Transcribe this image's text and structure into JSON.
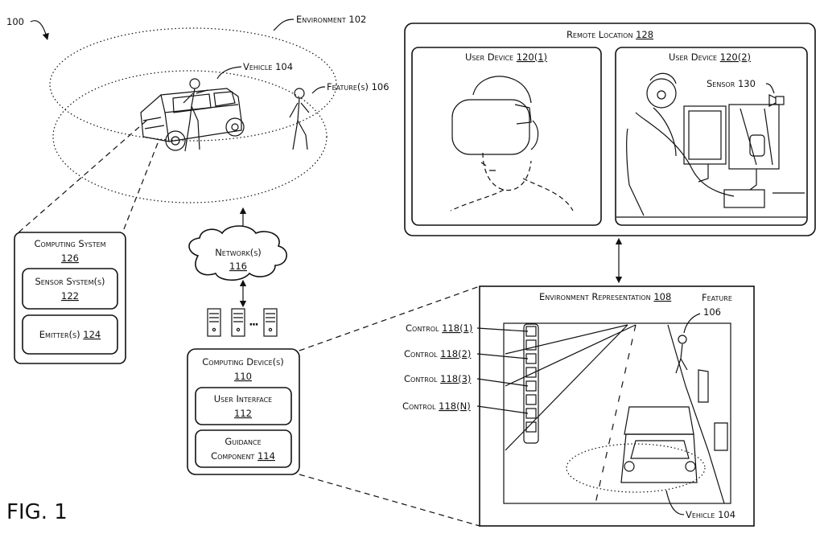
{
  "ref_main": "100",
  "figure_label": "FIG. 1",
  "environment": {
    "label": "Environment",
    "num": "102"
  },
  "vehicle_top": {
    "label": "Vehicle",
    "num": "104"
  },
  "feature_top": {
    "label": "Feature(s)",
    "num": "106"
  },
  "computing_system": {
    "title": "Computing System",
    "num": "126",
    "sensor_system": {
      "label": "Sensor System(s)",
      "num": "122"
    },
    "emitter": {
      "label": "Emitter(s)",
      "num": "124"
    }
  },
  "network": {
    "label": "Network(s)",
    "num": "116"
  },
  "computing_device": {
    "title": "Computing Device(s)",
    "num": "110",
    "user_interface": {
      "label": "User Interface",
      "num": "112"
    },
    "guidance_line1": "Guidance",
    "guidance": {
      "label": "Component",
      "num": "114"
    }
  },
  "remote_location": {
    "label": "Remote Location",
    "num": "128"
  },
  "user_device_1": {
    "label": "User Device",
    "num": "120(1)"
  },
  "user_device_2": {
    "label": "User Device",
    "num": "120(2)"
  },
  "sensor": {
    "label": "Sensor",
    "num": "130"
  },
  "env_representation": {
    "label": "Environment Representation",
    "num": "108"
  },
  "feature_right": {
    "label": "Feature",
    "num": "106"
  },
  "controls": [
    {
      "label": "Control",
      "num": "118(1)"
    },
    {
      "label": "Control",
      "num": "118(2)"
    },
    {
      "label": "Control",
      "num": "118(3)"
    },
    {
      "label": "Control",
      "num": "118(N)"
    }
  ],
  "vehicle_bottom": {
    "label": "Vehicle",
    "num": "104"
  }
}
